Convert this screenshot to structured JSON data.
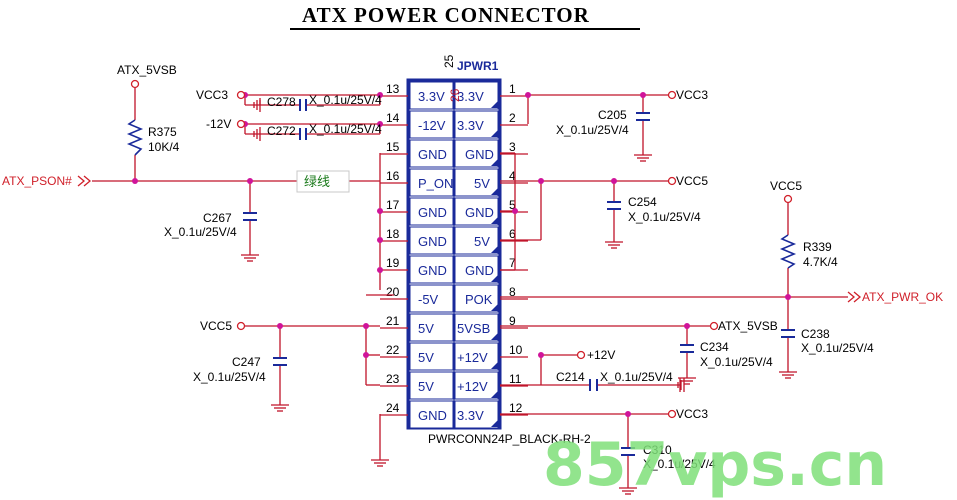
{
  "title": "ATX POWER CONNECTOR",
  "connector": {
    "refdes": "JPWR1",
    "part": "PWRCONN24P_BLACK-RH-2",
    "marker_25": "25",
    "marker_26": "26",
    "left_pins": [
      {
        "num": "13",
        "label": "3.3V"
      },
      {
        "num": "14",
        "label": "-12V"
      },
      {
        "num": "15",
        "label": "GND"
      },
      {
        "num": "16",
        "label": "P_ON"
      },
      {
        "num": "17",
        "label": "GND"
      },
      {
        "num": "18",
        "label": "GND"
      },
      {
        "num": "19",
        "label": "GND"
      },
      {
        "num": "20",
        "label": "-5V"
      },
      {
        "num": "21",
        "label": "5V"
      },
      {
        "num": "22",
        "label": "5V"
      },
      {
        "num": "23",
        "label": "5V"
      },
      {
        "num": "24",
        "label": "GND"
      }
    ],
    "right_pins": [
      {
        "num": "1",
        "label": "3.3V"
      },
      {
        "num": "2",
        "label": "3.3V"
      },
      {
        "num": "3",
        "label": "GND"
      },
      {
        "num": "4",
        "label": "5V"
      },
      {
        "num": "5",
        "label": "GND"
      },
      {
        "num": "6",
        "label": "5V"
      },
      {
        "num": "7",
        "label": "GND"
      },
      {
        "num": "8",
        "label": "POK"
      },
      {
        "num": "9",
        "label": "5VSB"
      },
      {
        "num": "10",
        "label": "+12V"
      },
      {
        "num": "11",
        "label": "+12V"
      },
      {
        "num": "12",
        "label": "3.3V"
      }
    ]
  },
  "nets": {
    "atx_5vsb_top": "ATX_5VSB",
    "vcc3_left": "VCC3",
    "neg12_left": "-12V",
    "atx_pson": "ATX_PSON#",
    "vcc3_r1": "VCC3",
    "vcc5_r4": "VCC5",
    "vcc5_r339": "VCC5",
    "atx_pwr_ok": "ATX_PWR_OK",
    "vcc5_left": "VCC5",
    "atx_5vsb_r": "ATX_5VSB",
    "p12v": "+12V",
    "vcc3_r12": "VCC3"
  },
  "components": {
    "r375": {
      "ref": "R375",
      "value": "10K/4"
    },
    "r339": {
      "ref": "R339",
      "value": "4.7K/4"
    },
    "c278": {
      "ref": "C278",
      "value": "X_0.1u/25V/4"
    },
    "c272": {
      "ref": "C272",
      "value": "X_0.1u/25V/4"
    },
    "c267": {
      "ref": "C267",
      "value": "X_0.1u/25V/4"
    },
    "c205": {
      "ref": "C205",
      "value": "X_0.1u/25V/4"
    },
    "c254": {
      "ref": "C254",
      "value": "X_0.1u/25V/4"
    },
    "c238": {
      "ref": "C238",
      "value": "X_0.1u/25V/4"
    },
    "c247": {
      "ref": "C247",
      "value": "X_0.1u/25V/4"
    },
    "c234": {
      "ref": "C234",
      "value": "X_0.1u/25V/4"
    },
    "c214": {
      "ref": "C214",
      "value": "X_0.1u/25V/4"
    },
    "c310": {
      "ref": "C310",
      "value": "X_0.1u/25V/4"
    }
  },
  "annotation_green": "绿线",
  "watermark": "857vps.cn",
  "colors": {
    "wire": "#c0142a",
    "component": "#1a2a9a",
    "junction": "#d0149a",
    "watermark": "#7fe07a"
  }
}
